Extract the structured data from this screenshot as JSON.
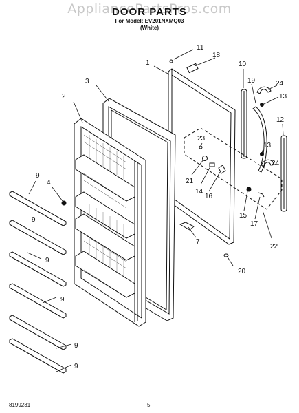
{
  "watermark": "AppliancePartsPros.com",
  "title": "DOOR PARTS",
  "model_line": "For Model: EV201NXMQ03",
  "color_line": "(White)",
  "footer": {
    "doc_number": "8199231",
    "page_number": "5"
  },
  "callouts": [
    "1",
    "2",
    "3",
    "4",
    "7",
    "9",
    "9",
    "9",
    "9",
    "9",
    "9",
    "10",
    "11",
    "12",
    "13",
    "13",
    "14",
    "15",
    "16",
    "17",
    "18",
    "19",
    "20",
    "21",
    "22",
    "23",
    "24",
    "24"
  ]
}
